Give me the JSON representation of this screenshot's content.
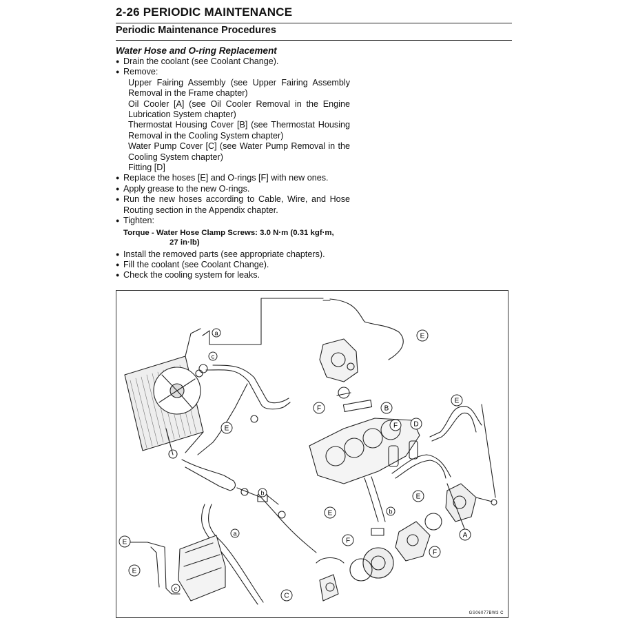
{
  "header": {
    "page_title": "2-26 PERIODIC MAINTENANCE",
    "section_title": "Periodic Maintenance Procedures"
  },
  "procedure": {
    "title": "Water Hose and O-ring Replacement",
    "lines": [
      {
        "bullet": true,
        "text": "Drain the coolant (see Coolant Change)."
      },
      {
        "bullet": true,
        "text": "Remove:"
      },
      {
        "indent": true,
        "justify": true,
        "text": "Upper Fairing Assembly (see Upper Fairing Assembly"
      },
      {
        "indent": true,
        "text": "Removal in the Frame chapter)"
      },
      {
        "indent": true,
        "justify": true,
        "text": "Oil Cooler [A] (see Oil Cooler Removal in the Engine"
      },
      {
        "indent": true,
        "text": "Lubrication System chapter)"
      },
      {
        "indent": true,
        "justify": true,
        "text": "Thermostat Housing Cover [B] (see Thermostat Housing"
      },
      {
        "indent": true,
        "text": "Removal in the Cooling System chapter)"
      },
      {
        "indent": true,
        "justify": true,
        "text": "Water Pump Cover [C] (see Water Pump Removal in the"
      },
      {
        "indent": true,
        "text": "Cooling System chapter)"
      },
      {
        "indent": true,
        "text": "Fitting [D]"
      },
      {
        "bullet": true,
        "text": "Replace the hoses [E] and O-rings [F] with new ones."
      },
      {
        "bullet": true,
        "text": "Apply grease to the new O-rings."
      },
      {
        "bullet": true,
        "justify": true,
        "text": "Run the new hoses according to Cable, Wire, and Hose"
      },
      {
        "cont": true,
        "text": "Routing section in the Appendix chapter."
      },
      {
        "bullet": true,
        "text": "Tighten:"
      }
    ],
    "torque_line1": "Torque - Water Hose Clamp Screws: 3.0 N·m (0.31 kgf·m,",
    "torque_line2": "27 in·lb)",
    "lines_after": [
      {
        "bullet": true,
        "text": "Install the removed parts (see appropriate chapters)."
      },
      {
        "bullet": true,
        "text": "Fill the coolant (see Coolant Change)."
      },
      {
        "bullet": true,
        "text": "Check the cooling system for leaks."
      }
    ]
  },
  "figure": {
    "code": "GS06077BW3 C",
    "callouts": [
      "a",
      "c",
      "E",
      "E",
      "F",
      "B",
      "E",
      "F",
      "D",
      "E",
      "E",
      "b",
      "b",
      "E",
      "a",
      "E",
      "c",
      "F",
      "F",
      "A",
      "C"
    ]
  }
}
